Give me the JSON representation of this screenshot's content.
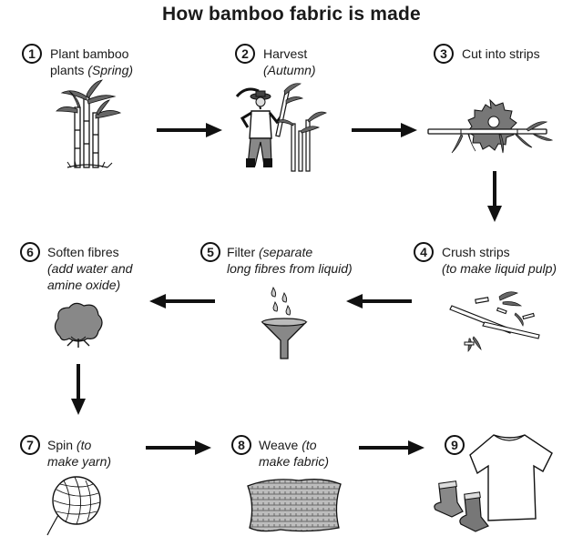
{
  "title": "How bamboo fabric is made",
  "colors": {
    "ink": "#111111",
    "grey_dark": "#555555",
    "grey_mid": "#8a8a8a",
    "grey_light": "#cfcfcf"
  },
  "steps": [
    {
      "number": "1",
      "line1": "Plant bamboo",
      "line2_plain": "plants ",
      "line2_italic": "(Spring)",
      "line3_italic": "",
      "icon": "bamboo-plant-icon"
    },
    {
      "number": "2",
      "line1": "Harvest",
      "line2_italic": "(Autumn)",
      "icon": "farmer-harvesting-icon"
    },
    {
      "number": "3",
      "line1": "Cut into strips",
      "icon": "saw-cutting-bamboo-icon"
    },
    {
      "number": "4",
      "line1": "Crush strips",
      "line2_italic": "(to make liquid pulp)",
      "icon": "crushed-bamboo-icon"
    },
    {
      "number": "5",
      "line1_plain": "Filter ",
      "line1_italic": "(separate",
      "line2_italic": "long fibres from liquid)",
      "icon": "funnel-filter-icon"
    },
    {
      "number": "6",
      "line1": "Soften fibres",
      "line2_italic": "(add water and",
      "line3_italic": "amine oxide)",
      "icon": "cotton-fibre-icon"
    },
    {
      "number": "7",
      "line1_plain": "Spin ",
      "line1_italic": "(to",
      "line2_italic": "make yarn)",
      "icon": "yarn-ball-icon"
    },
    {
      "number": "8",
      "line1_plain": "Weave ",
      "line1_italic": "(to",
      "line2_italic": "make fabric)",
      "icon": "woven-fabric-icon"
    },
    {
      "number": "9",
      "icon": "tshirt-and-socks-icon"
    }
  ]
}
